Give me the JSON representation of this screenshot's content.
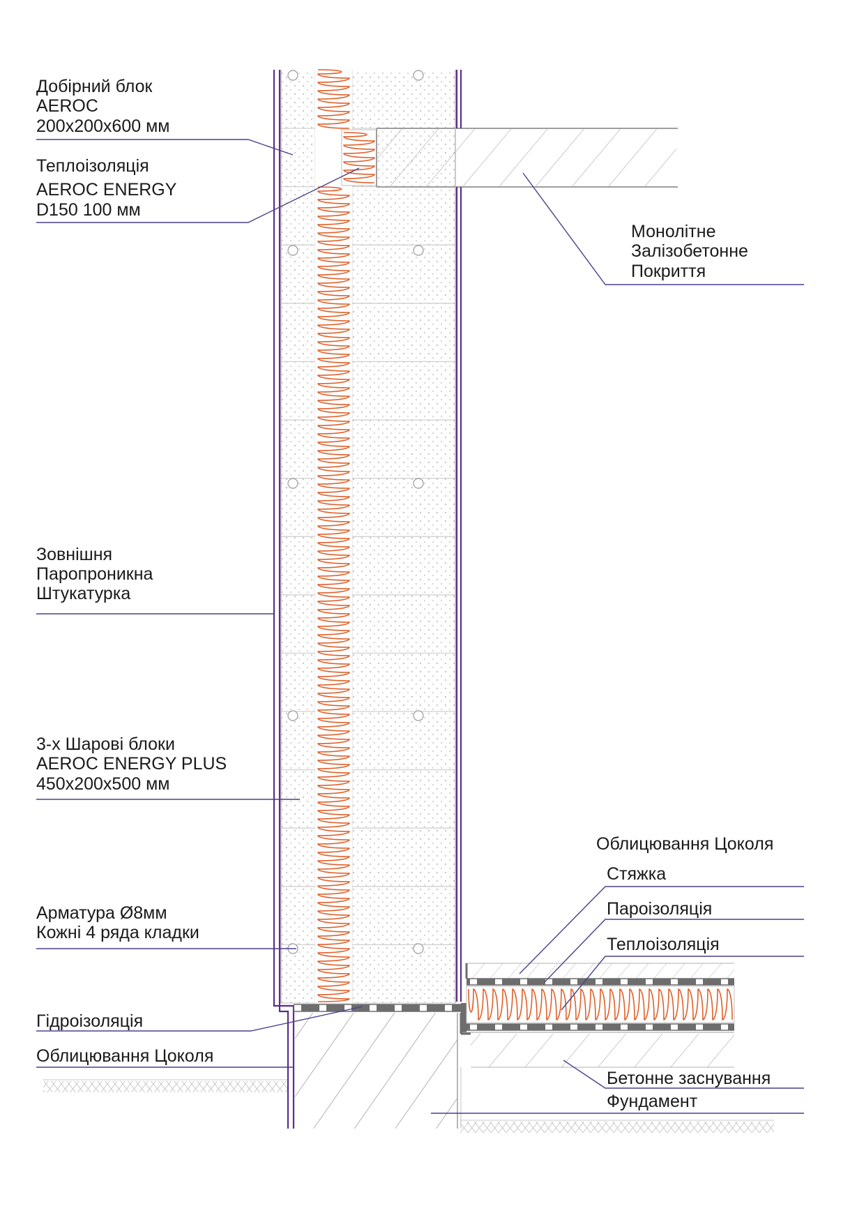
{
  "labels": {
    "block_add": [
      "Добірний   блок",
      "AEROC",
      "200х200х600 мм"
    ],
    "thermal_top": [
      "Теплоізоляція",
      "AEROC ENERGY",
      "D150 100 мм"
    ],
    "slab": [
      "Монолітне",
      "Залізобетонне",
      "Покриття"
    ],
    "plaster": [
      "Зовнішня",
      "Паропроникна",
      "Штукатурка"
    ],
    "blocks": [
      "3-х   Шарові  блоки",
      "AEROC ENERGY PLUS",
      "450х200х500 мм"
    ],
    "rebar": [
      "Арматура Ø8мм",
      "Кожні    4 ряда кладки"
    ],
    "waterproof": "Гідроізоляція",
    "plinth_left": "Облицювання Цоколя",
    "plinth_right": "Облицювання Цоколя",
    "screed": "Стяжка",
    "vapour": "Пароізоляція",
    "thermal_floor": "Теплоізоляція",
    "concrete_fill": "Бетонне заснування",
    "foundation": "Фундамент"
  },
  "colors": {
    "leader": "#4b3f8c",
    "membrane": "#5b2d8a",
    "insulation": "#e0602a",
    "grey_line": "#bdbdbd",
    "hatch": "#777777",
    "dark_layer": "#6d6d6d"
  }
}
